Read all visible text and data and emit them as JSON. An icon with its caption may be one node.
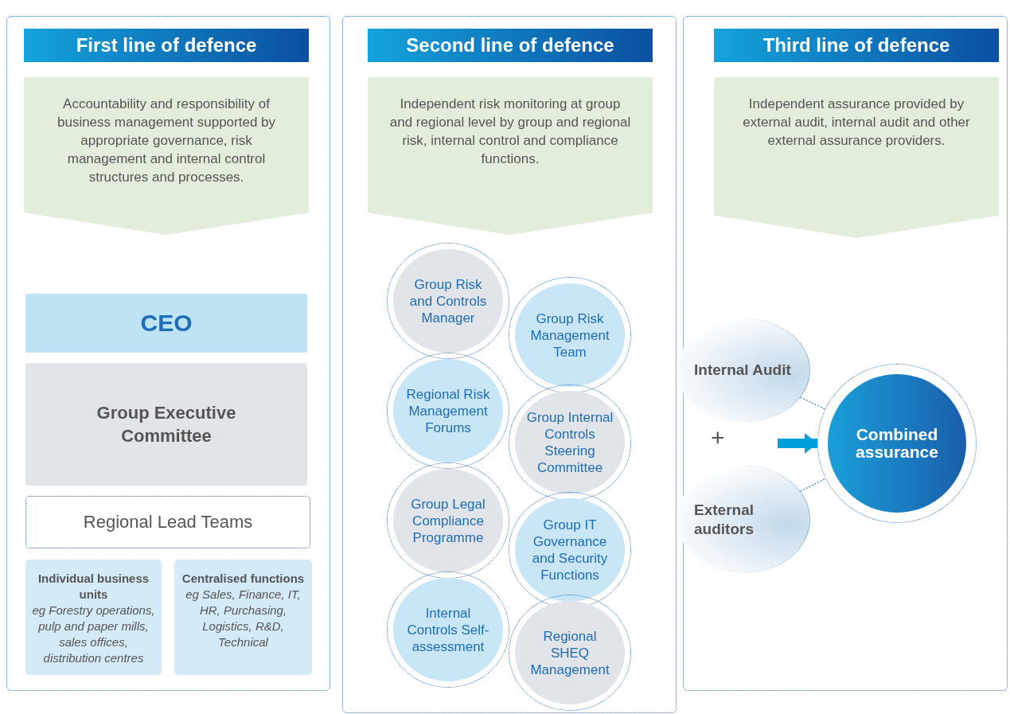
{
  "diagram": {
    "nodes": [
      {
        "text": [],
        "shape": "box"
      },
      {
        "text": [
          "First line of defence"
        ],
        "in": 0
      },
      {
        "text": [
          "Accountability and responsibility of business management supported by appropriate governance, risk management and internal control structures and processes."
        ],
        "in": 0
      },
      {
        "text": [
          "CEO"
        ],
        "in": 0
      },
      {
        "text": [
          "Group Executive Committee"
        ],
        "in": 0
      },
      {
        "text": [
          "Regional Lead Teams"
        ],
        "in": 0
      },
      {
        "text": [
          "Individual business units",
          "eg Forestry operations, pulp and paper mills, sales offices, distribution centres"
        ],
        "in": 0
      },
      {
        "text": [
          "Centralised functions",
          "eg Sales, Finance, IT, HR, Purchasing, Logistics, R&D, Technical"
        ],
        "in": 0
      },
      {
        "text": [],
        "shape": "box"
      },
      {
        "text": [
          "Second line of defence"
        ],
        "in": 8
      },
      {
        "text": [
          "Independent risk monitoring at group and regional level by group and regional risk, internal control and compliance functions."
        ],
        "in": 8
      },
      {
        "text": [
          "Group Risk and Controls Manager"
        ],
        "in": 8
      },
      {
        "text": [
          "Group Risk Management Team"
        ],
        "in": 8
      },
      {
        "text": [
          "Regional Risk Management Forums"
        ],
        "in": 8
      },
      {
        "text": [
          "Group Internal Controls Steering Committee"
        ],
        "in": 8
      },
      {
        "text": [
          "Group Legal Compliance Programme"
        ],
        "in": 8
      },
      {
        "text": [
          "Group IT Governance and Security Functions"
        ],
        "in": 8
      },
      {
        "text": [
          "Internal Controls Self-assessment"
        ],
        "in": 8
      },
      {
        "text": [
          "Regional SHEQ Management"
        ],
        "in": 8
      },
      {
        "text": [],
        "shape": "box"
      },
      {
        "text": [
          "Third line of defence"
        ],
        "in": 19
      },
      {
        "text": [
          "Independent assurance provided by external audit, internal audit and other external assurance providers."
        ],
        "in": 19
      },
      {
        "text": [
          "Internal Audit"
        ],
        "in": 19
      },
      {
        "text": [
          "External auditors"
        ],
        "in": 19
      },
      {
        "text": [
          "Combined assurance"
        ],
        "in": 19
      }
    ],
    "edges": [
      {
        "from": 22,
        "to": 24,
        "arrow": "none",
        "style": "dashed",
        "color": "#2a6db5"
      },
      {
        "from": 23,
        "to": 24,
        "arrow": "none",
        "style": "dashed",
        "color": "#2a6db5"
      },
      {
        "from": null,
        "to": 24,
        "arrow": "to",
        "style": "thick",
        "color": "#00a0dc"
      }
    ],
    "labels": [
      "+"
    ]
  }
}
